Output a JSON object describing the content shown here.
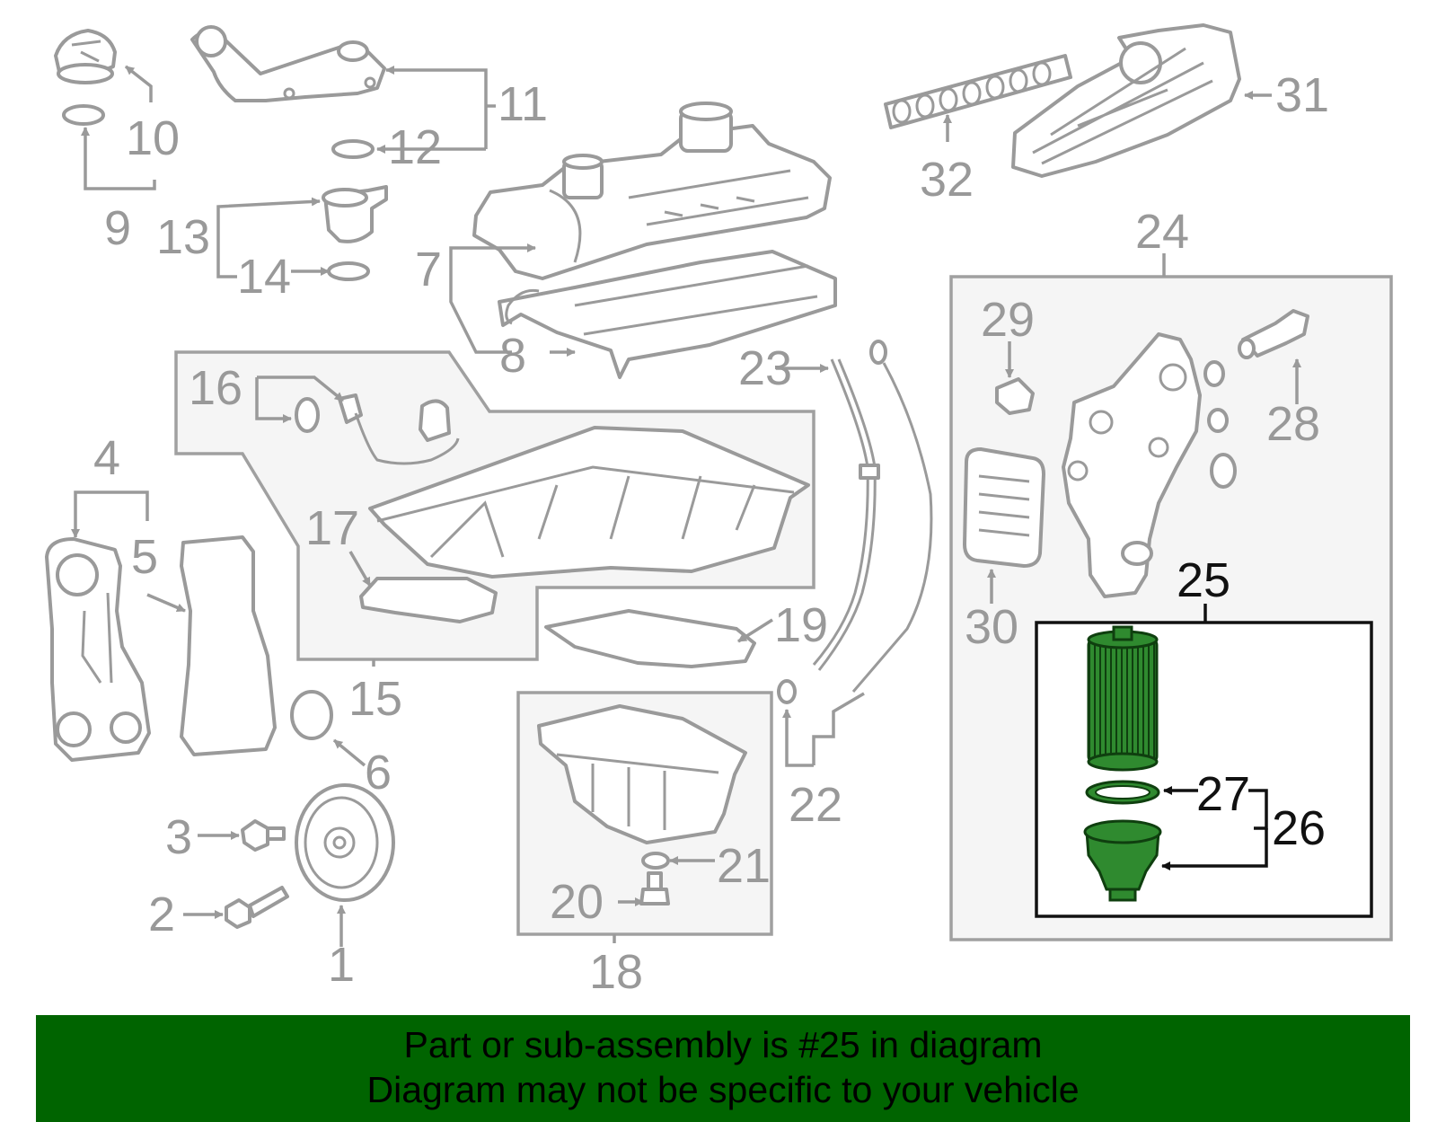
{
  "labels": {
    "p1": "1",
    "p2": "2",
    "p3": "3",
    "p4": "4",
    "p5": "5",
    "p6": "6",
    "p7": "7",
    "p8": "8",
    "p9": "9",
    "p10": "10",
    "p11": "11",
    "p12": "12",
    "p13": "13",
    "p14": "14",
    "p15": "15",
    "p16": "16",
    "p17": "17",
    "p18": "18",
    "p19": "19",
    "p20": "20",
    "p21": "21",
    "p22": "22",
    "p23": "23",
    "p24": "24",
    "p25": "25",
    "p26": "26",
    "p27": "27",
    "p28": "28",
    "p29": "29",
    "p30": "30",
    "p31": "31",
    "p32": "32"
  },
  "highlight": {
    "part": "25",
    "color": "#1f6b1f"
  },
  "colors": {
    "banner": "#006400",
    "part_line": "#9a9a9a",
    "group_fill": "#f5f5f5"
  },
  "banner": {
    "line1": "Part or sub-assembly is #25 in diagram",
    "line2": "Diagram may not be specific to your vehicle"
  }
}
